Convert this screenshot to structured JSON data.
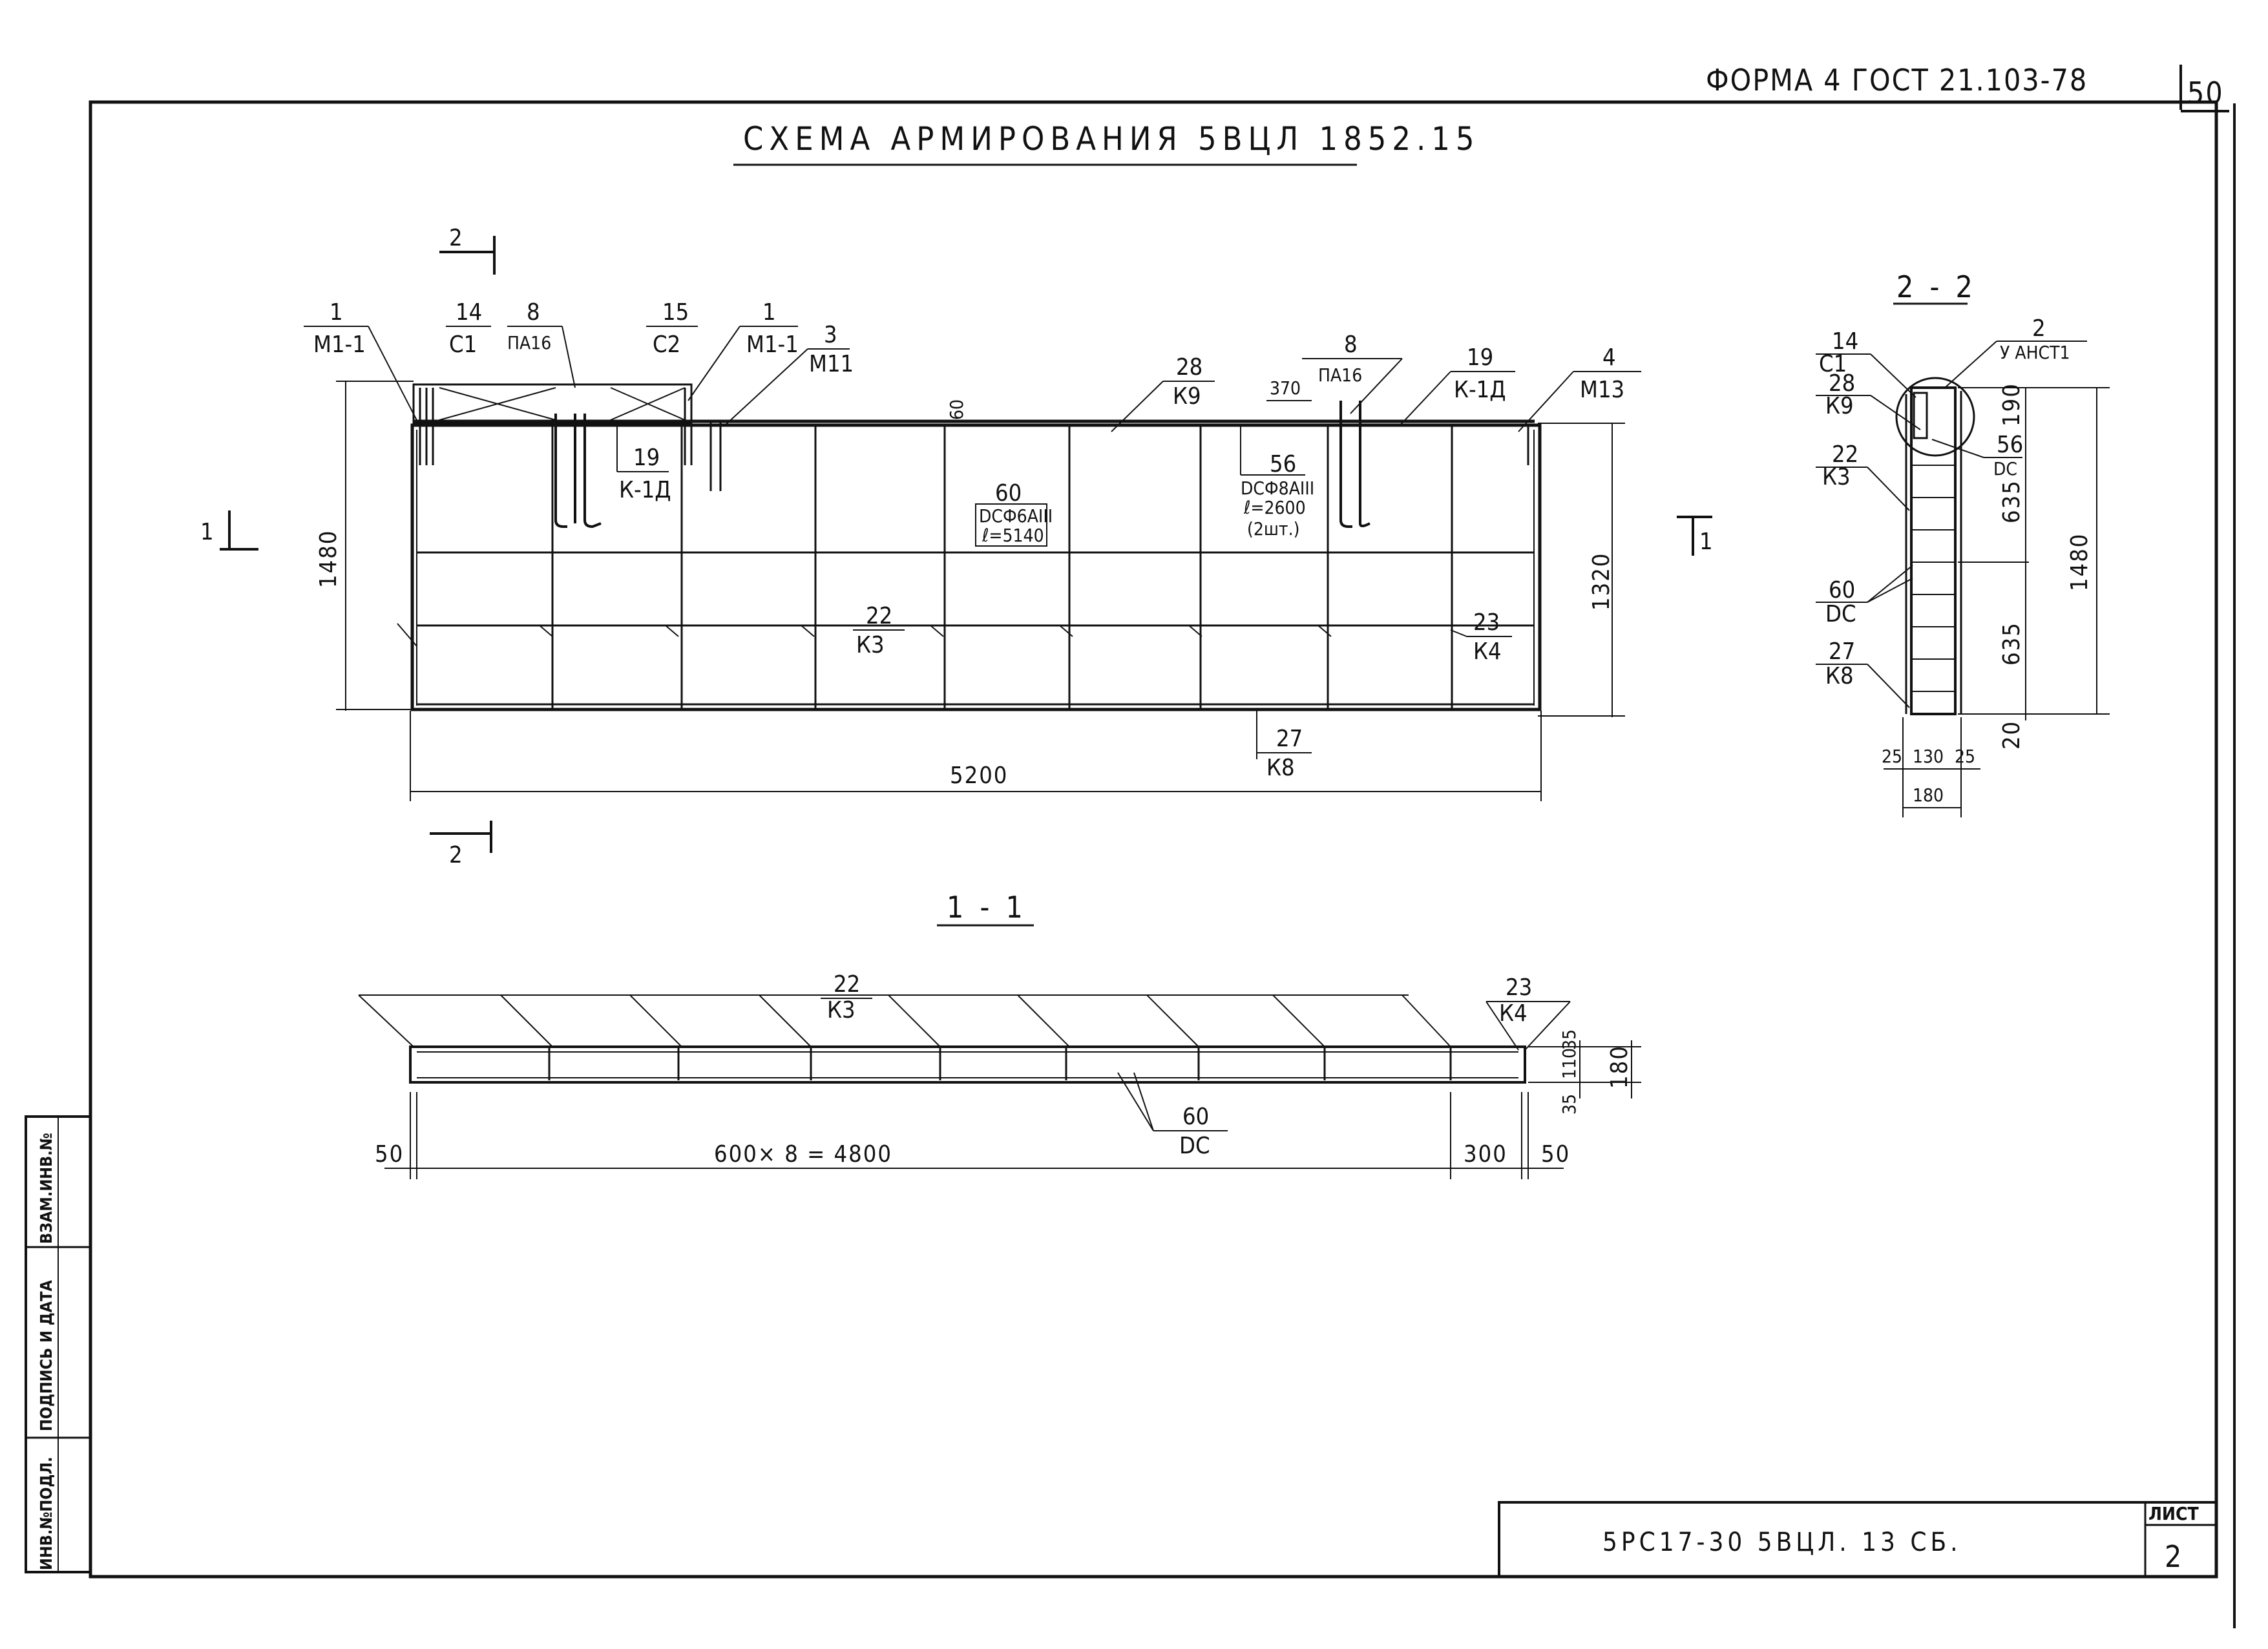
{
  "header": {
    "form_label": "ФОРМА 4  ГОСТ 21.103-78",
    "page_number": "50"
  },
  "title": "СХЕМА АРМИРОВАНИЯ 5ВЦЛ 1852.15",
  "elevation": {
    "cut_marks": {
      "section_2": "2",
      "section_1": "1"
    },
    "callouts": {
      "m1_left": {
        "num": "1",
        "mark": "М1-1"
      },
      "c1": {
        "num": "14",
        "mark": "С1"
      },
      "pa16_left": {
        "num": "8",
        "mark": "ПА16"
      },
      "c2": {
        "num": "15",
        "mark": "С2"
      },
      "m1_right": {
        "num": "1",
        "mark": "М1-1"
      },
      "m11": {
        "num": "3",
        "mark": "М11"
      },
      "k9": {
        "num": "28",
        "mark": "К9"
      },
      "pa16_right": {
        "num": "8",
        "mark": "ПА16"
      },
      "k1d_top": {
        "num": "19",
        "mark": "К-1Д"
      },
      "m13": {
        "num": "4",
        "mark": "М13"
      },
      "k1d_bottom": {
        "num": "19",
        "mark": "К-1Д"
      },
      "k3": {
        "num": "22",
        "mark": "К3"
      },
      "k4": {
        "num": "23",
        "mark": "К4"
      },
      "k8": {
        "num": "27",
        "mark": "К8"
      }
    },
    "bar_note_60": {
      "num": "60",
      "line1": "DСФ6АIII",
      "line2": "ℓ=5140"
    },
    "bar_note_56": {
      "num": "56",
      "line1": "DСФ8АIII",
      "line2": "ℓ=2600",
      "line3": "(2шт.)"
    },
    "dims": {
      "height_total": "1480",
      "height_inner": "1320",
      "length": "5200",
      "offset_370": "370",
      "offset_60": "60"
    }
  },
  "section_2_2": {
    "title": "2 - 2",
    "callouts": {
      "c1": {
        "num": "14",
        "mark": "С1"
      },
      "k9": {
        "num": "28",
        "mark": "К9"
      },
      "k3": {
        "num": "22",
        "mark": "К3"
      },
      "dc": {
        "num": "60",
        "mark": "DС"
      },
      "k8": {
        "num": "27",
        "mark": "К8"
      },
      "angle": {
        "num": "2",
        "mark": "У АНСТ1"
      },
      "dc56": {
        "num": "56",
        "mark": "DС"
      }
    },
    "dims": {
      "d190": "190",
      "d635a": "635",
      "d635b": "635",
      "d1480": "1480",
      "d20": "20",
      "d25a": "25",
      "d130": "130",
      "d25b": "25",
      "d180": "180"
    }
  },
  "section_1_1": {
    "title": "1 - 1",
    "callouts": {
      "k3": {
        "num": "22",
        "mark": "К3"
      },
      "k4": {
        "num": "23",
        "mark": "К4"
      },
      "dc": {
        "num": "60",
        "mark": "DС"
      }
    },
    "dims": {
      "d50_left": "50",
      "span": "600× 8 = 4800",
      "d300": "300",
      "d50_right": "50",
      "d35_top": "35",
      "d110": "110",
      "d35_bottom": "35",
      "d180": "180"
    }
  },
  "side_stamp": {
    "field1": "ВЗАМ.ИНВ.№",
    "field2": "ПОДПИСЬ И ДАТА",
    "field3": "ИНВ.№ПОДЛ."
  },
  "title_block": {
    "designation": "5РС17-30     5ВЦЛ. 13 СБ.",
    "sheet_label": "ЛИСТ",
    "sheet_number": "2"
  }
}
